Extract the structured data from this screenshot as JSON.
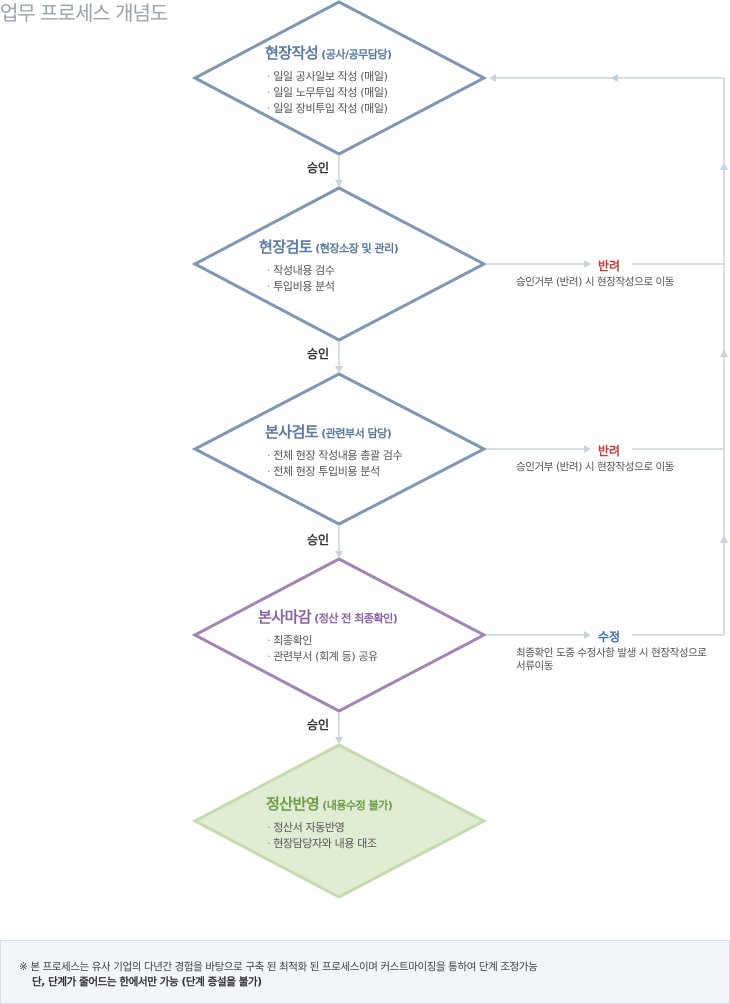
{
  "page_title": "업무 프로세스 개념도",
  "colors": {
    "blue": "#7e96b4",
    "blue_title": "#5b7aa3",
    "purple": "#a184b3",
    "purple_title": "#8a64a3",
    "green_stroke": "#c5dbae",
    "green_fill": "#e0edd2",
    "green_title": "#6f9b4a",
    "reject": "#c83a3a",
    "revise": "#3a6fb0",
    "connector": "#c9d3de"
  },
  "steps": [
    {
      "title": "현장작성",
      "sub": "(공사/공무담당)",
      "items": [
        "일일 공사일보 작성 (매일)",
        "일일 노무투입 작성 (매일)",
        "일일 장비투입 작성 (매일)"
      ]
    },
    {
      "title": "현장검토",
      "sub": "(현장소장 및 관리)",
      "items": [
        "작성내용 검수",
        "투입비용 분석"
      ]
    },
    {
      "title": "본사검토",
      "sub": "(관련부서 담당)",
      "items": [
        "전체 현장 작성내용 총괄 검수",
        "전체 현장 투입비용 분석"
      ]
    },
    {
      "title": "본사마감",
      "sub": "(정산 전 최종확인)",
      "items": [
        "최종확인",
        "관련부서 (회계 등) 공유"
      ]
    },
    {
      "title": "정산반영",
      "sub": "(내용수정 불가)",
      "items": [
        "정산서 자동반영",
        "현장담당자와 내용 대조"
      ]
    }
  ],
  "approve_label": "승인",
  "side": [
    {
      "title": "반려",
      "desc": "승인거부 (반려) 시 현장작성으로 이동"
    },
    {
      "title": "반려",
      "desc": "승인거부 (반려) 시 현장작성으로 이동"
    },
    {
      "title": "수정",
      "desc_line1": "최종확인 도중 수정사항 발생 시 현장작성으로",
      "desc_line2": "서류이동"
    }
  ],
  "note": {
    "line1": "※ 본 프로세스는 유사 기업의 다년간 경험을 바탕으로 구축 된 최적화 된 프로세스이며 커스트마이징을 통하여 단계 조정가능",
    "line2": "단, 단계가 줄어드는 한에서만 가능 (단계 증설을 불가)"
  }
}
